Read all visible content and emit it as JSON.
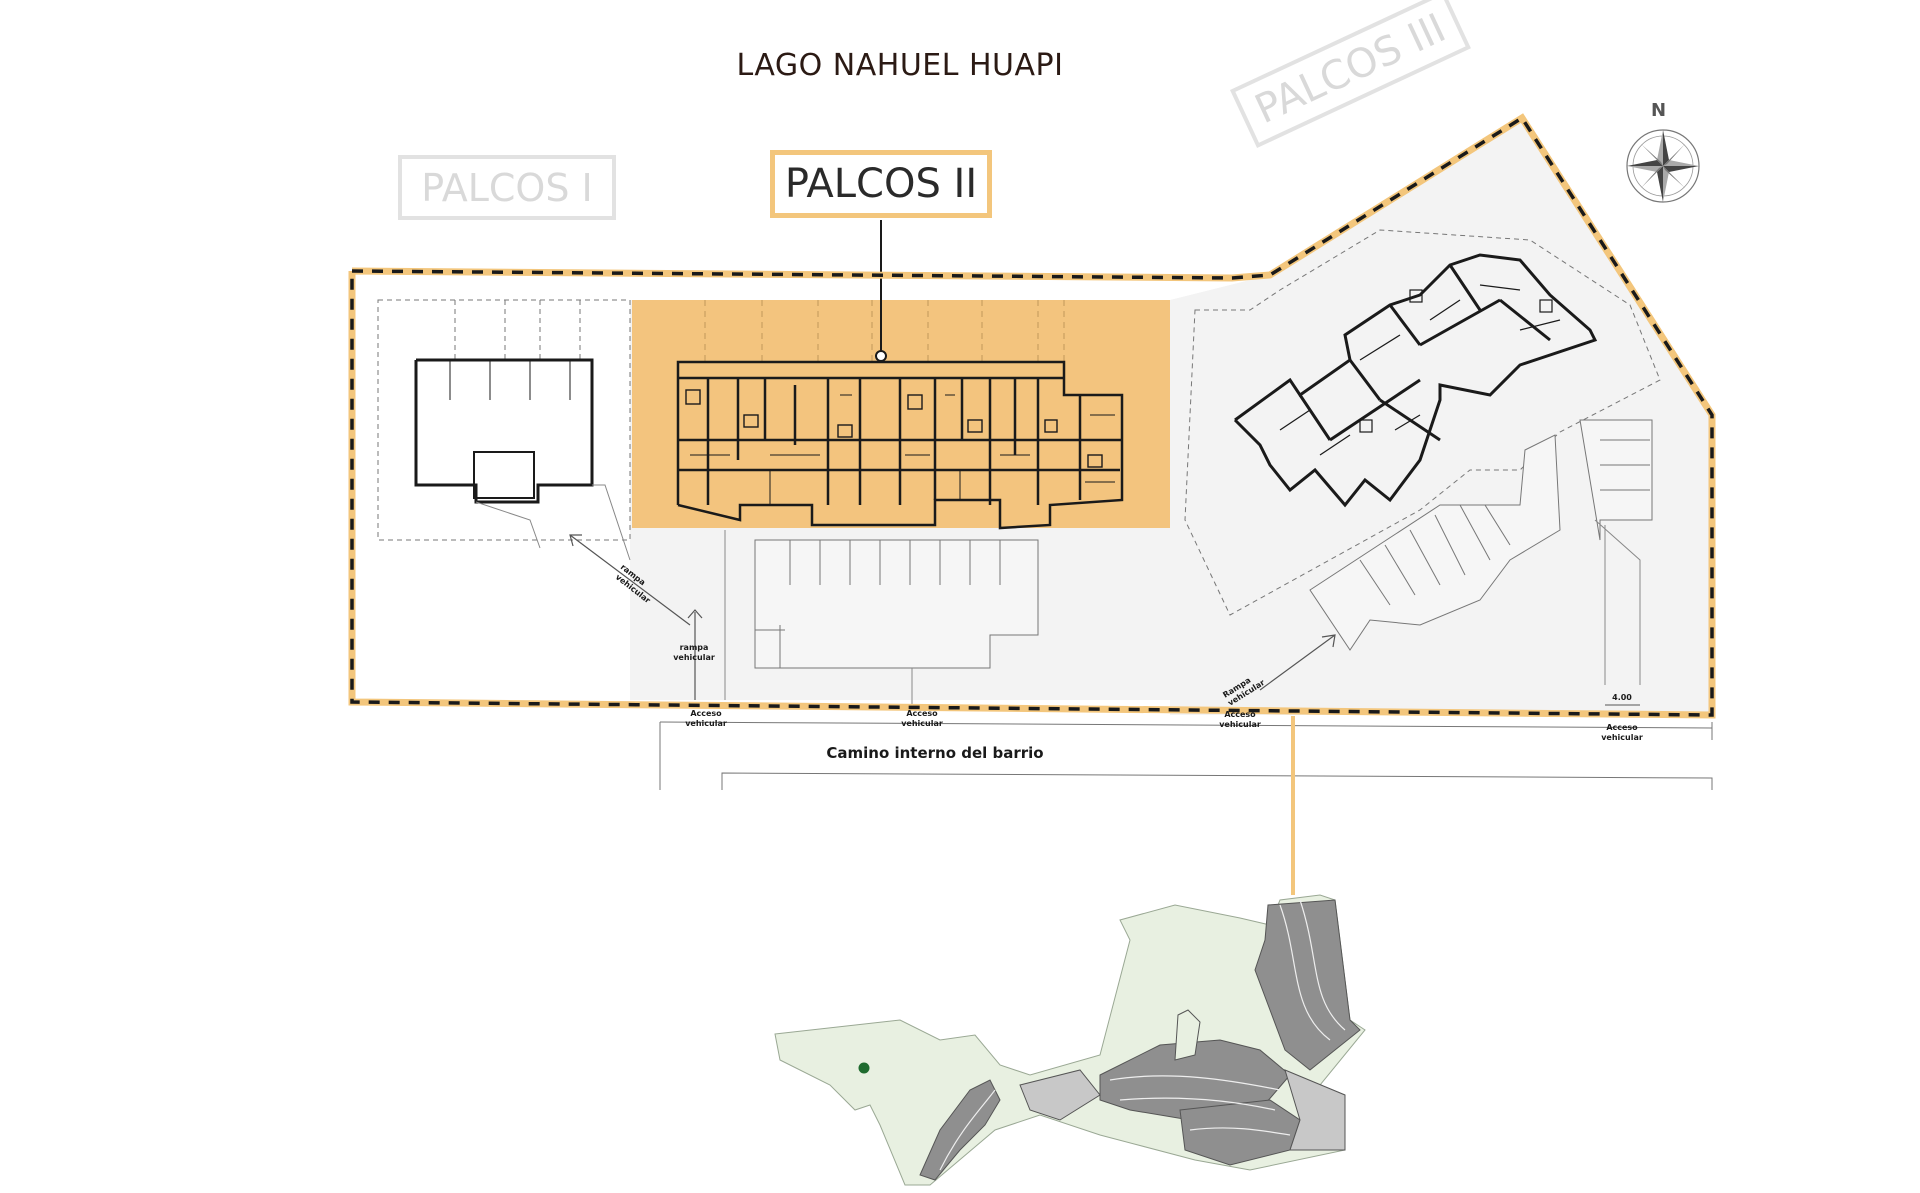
{
  "title": "LAGO NAHUEL HUAPI",
  "buildings": {
    "palcos_1": "PALCOS I",
    "palcos_2": "PALCOS II",
    "palcos_3": "PALCOS III"
  },
  "compass": {
    "north_label": "N"
  },
  "road": {
    "label": "Camino interno del barrio"
  },
  "ramps": {
    "ramp_1": [
      "rampa",
      "vehicular"
    ],
    "ramp_2": [
      "rampa",
      "vehicular"
    ],
    "ramp_3": [
      "Rampa",
      "vehicular"
    ]
  },
  "accesses": [
    [
      "Acceso",
      "vehicular"
    ],
    [
      "Acceso",
      "vehicular"
    ],
    [
      "Acceso",
      "vehicular"
    ],
    [
      "Acceso",
      "vehicular"
    ]
  ],
  "dimension": "4.00",
  "colors": {
    "highlight": "#f3c67c",
    "highlight_fill": "#f3c47e",
    "site_fill": "#f3f3f3",
    "park_fill": "#e8f0e1",
    "location_marker": "#1f6b2f"
  },
  "icons": [
    "compass-rose-icon",
    "location-marker-icon"
  ]
}
